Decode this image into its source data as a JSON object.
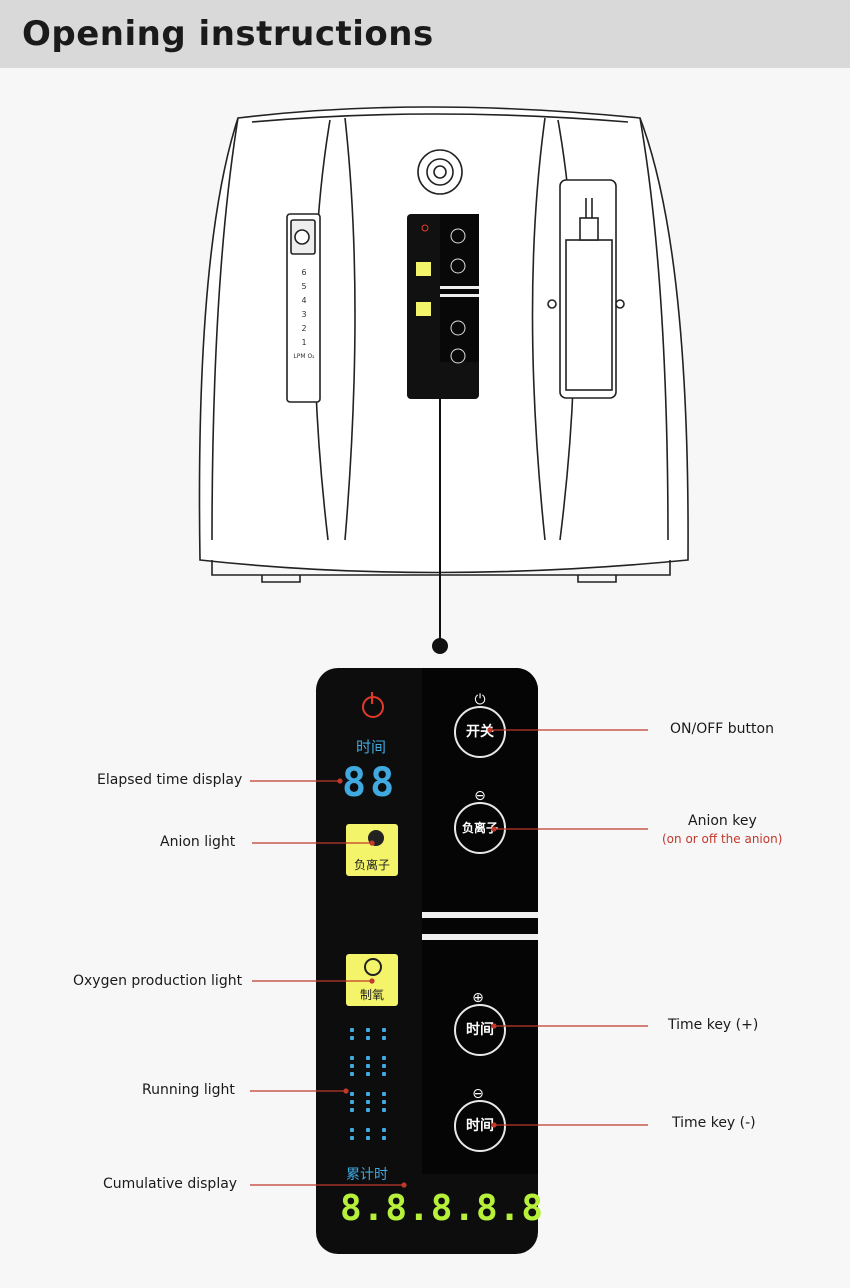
{
  "header": {
    "title": "Opening instructions"
  },
  "device": {
    "flowmeter_scale": [
      "6",
      "5",
      "4",
      "3",
      "2",
      "1"
    ],
    "flowmeter_unit": "LPM O₂"
  },
  "panel": {
    "time_label": "时间",
    "elapsed_digits": "88",
    "anion_lamp_text": "负离子",
    "oxygen_lamp_text": "制氧",
    "cumulative_label": "累计时",
    "cumulative_digits": "8.8.8.8.8",
    "onoff_button": "开关",
    "anion_button": "负离子",
    "time_plus_button": "时间",
    "time_minus_button": "时间"
  },
  "callouts": {
    "elapsed": "Elapsed time display",
    "anion_light": "Anion light",
    "oxygen_light": "Oxygen production light",
    "running_light": "Running light",
    "cumulative": "Cumulative display",
    "onoff": "ON/OFF button",
    "anion_key": "Anion key",
    "anion_key_note": "(on or off the anion)",
    "time_plus": "Time key (+)",
    "time_minus": "Time key (-)"
  },
  "colors": {
    "callout_line": "#c0392b",
    "display_blue": "#3fa9e0",
    "display_green": "#b6f03a",
    "lamp_yellow": "#f4f46a",
    "power_red": "#e03a2a"
  }
}
